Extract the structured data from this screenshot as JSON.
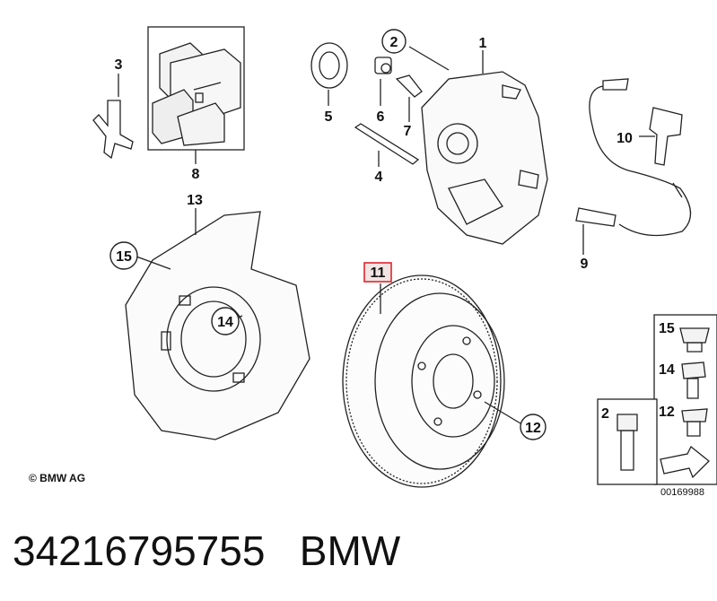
{
  "footer": {
    "part_number": "34216795755",
    "brand": "BMW"
  },
  "copyright": "© BMW AG",
  "document_number": "00169988",
  "callouts": {
    "c1": "1",
    "c2": "2",
    "c3": "3",
    "c4": "4",
    "c5": "5",
    "c6": "6",
    "c7": "7",
    "c8": "8",
    "c9": "9",
    "c10": "10",
    "c11": "11",
    "c12": "12",
    "c13": "13",
    "c14": "14",
    "c15": "15",
    "legend15": "15",
    "legend14": "14",
    "legend12": "12",
    "legend2": "2"
  },
  "highlight_color": "#e0242e"
}
